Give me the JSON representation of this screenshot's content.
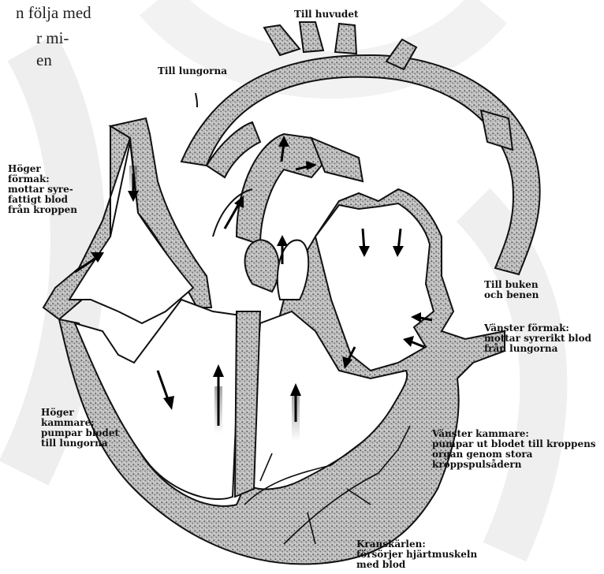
{
  "colors": {
    "ink": "#111111",
    "stipple_fill": "#b9b9b9",
    "chamber": "#ffffff",
    "watermark": "#eeeeee"
  },
  "cutoff_text": [
    "n följa med",
    "r mi-",
    "en"
  ],
  "labels": {
    "head": [
      "Till huvudet"
    ],
    "lungs": [
      "Till lungorna"
    ],
    "right_atrium": [
      "Höger",
      "förmak:",
      "mottar syre-",
      "fattigt blod",
      "från kroppen"
    ],
    "abdomen": [
      "Till buken",
      "och benen"
    ],
    "left_atrium": [
      "Vänster förmak:",
      "mottar syrerikt blod",
      "från lungorna"
    ],
    "right_ventricle": [
      "Höger",
      "kammare:",
      "pumpar blodet",
      "till lungorna"
    ],
    "left_ventricle": [
      "Vänster kammare:",
      "pumpar ut blodet till kroppens",
      "organ genom stora",
      "kroppspulsådern"
    ],
    "coronary": [
      "Kranskärlen:",
      "försörjer hjärtmuskeln",
      "med blod"
    ]
  }
}
